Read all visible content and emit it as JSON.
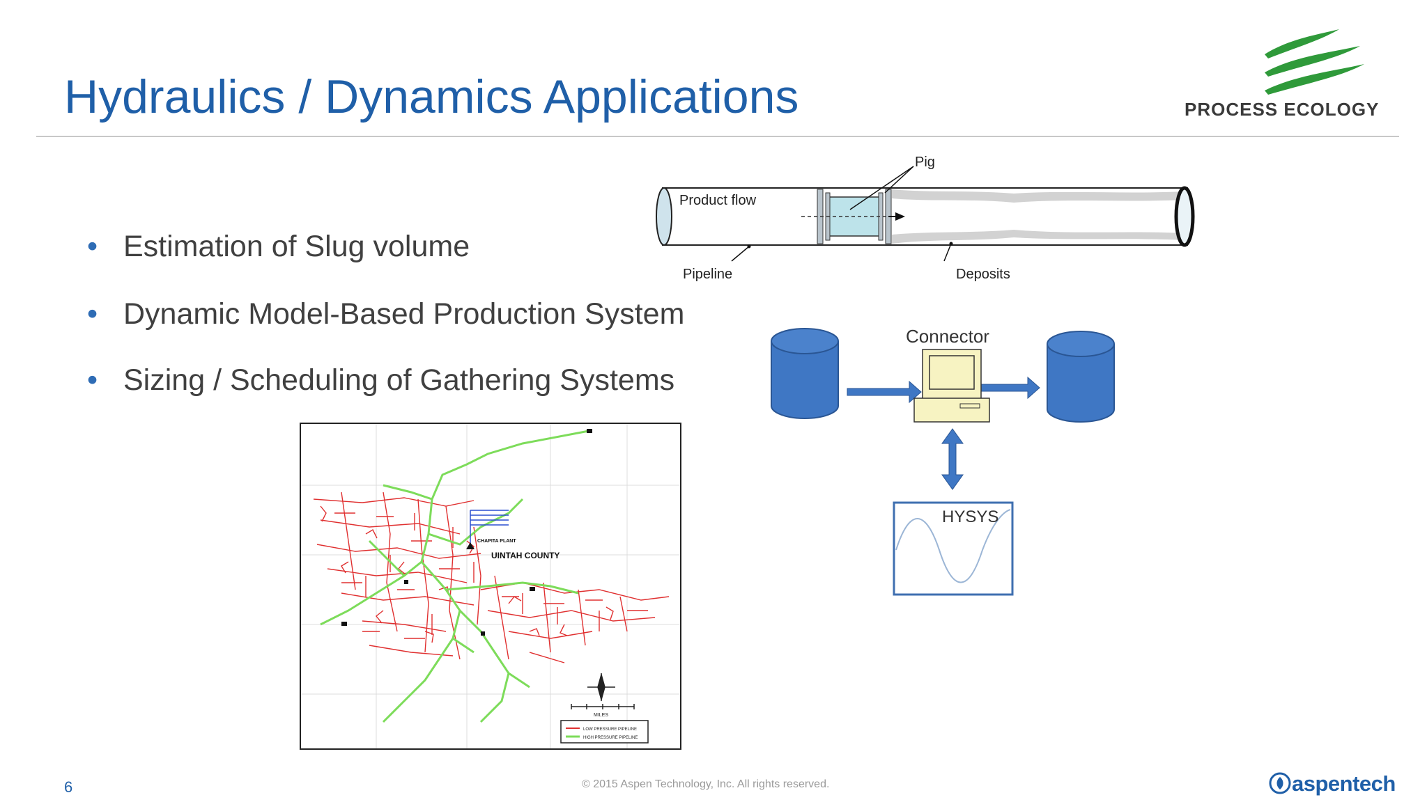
{
  "slide": {
    "title": "Hydraulics / Dynamics Applications",
    "bullets": [
      "Estimation of Slug volume",
      "Dynamic Model-Based Production System",
      "Sizing / Scheduling of Gathering Systems"
    ],
    "page_number": "6",
    "copyright": "© 2015 Aspen Technology, Inc. All rights reserved."
  },
  "logos": {
    "process_ecology": "PROCESS ECOLOGY",
    "aspentech": "aspentech"
  },
  "pig_diagram": {
    "pig": "Pig",
    "product_flow": "Product flow",
    "pipeline": "Pipeline",
    "deposits": "Deposits"
  },
  "connector_diagram": {
    "connector": "Connector",
    "hysys": "HYSYS"
  },
  "map": {
    "county": "UINTAH COUNTY",
    "plant": "CHAPITA PLANT",
    "scale_unit": "MILES",
    "legend_low": "LOW PRESSURE PIPELINE",
    "legend_high": "HIGH PRESSURE PIPELINE"
  },
  "colors": {
    "title_blue": "#1f5fa8",
    "cylinder_blue": "#3f77c4",
    "low_pressure": "#e03030",
    "high_pressure": "#7ddc5a",
    "eco_green": "#2f9a3a"
  }
}
